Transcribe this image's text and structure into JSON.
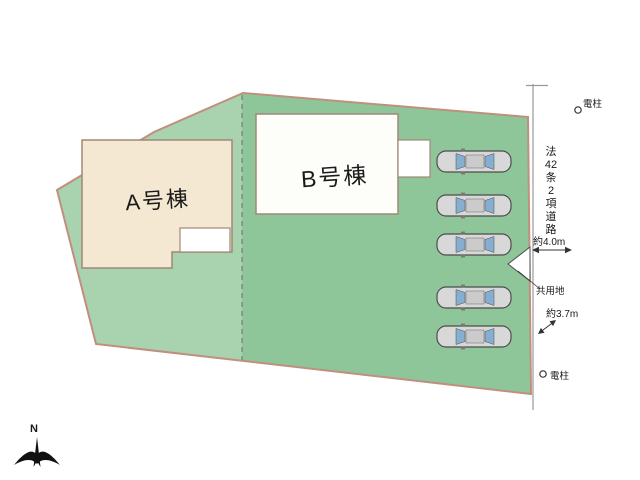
{
  "plan": {
    "building_a_label": "A号棟",
    "building_b_label": "B号棟",
    "road_label_segments": [
      "法",
      "42",
      "条",
      "2",
      "項",
      "道",
      "路"
    ],
    "dim_road_width_top": "約4.0m",
    "dim_road_width_bottom": "約3.7m",
    "common_area_label": "共用地",
    "pole_top_label": "電柱",
    "pole_bottom_label": "電柱",
    "compass_label": "N",
    "car_count": 5,
    "colors": {
      "plot_light_green": "#a9d2ae",
      "plot_dark_green": "#8ec699",
      "plot_outline": "#c08f7e",
      "building_a_fill": "#f4e8d2",
      "building_b_fill": "#fdfdfa",
      "car_window_blue": "#85aed0"
    }
  }
}
